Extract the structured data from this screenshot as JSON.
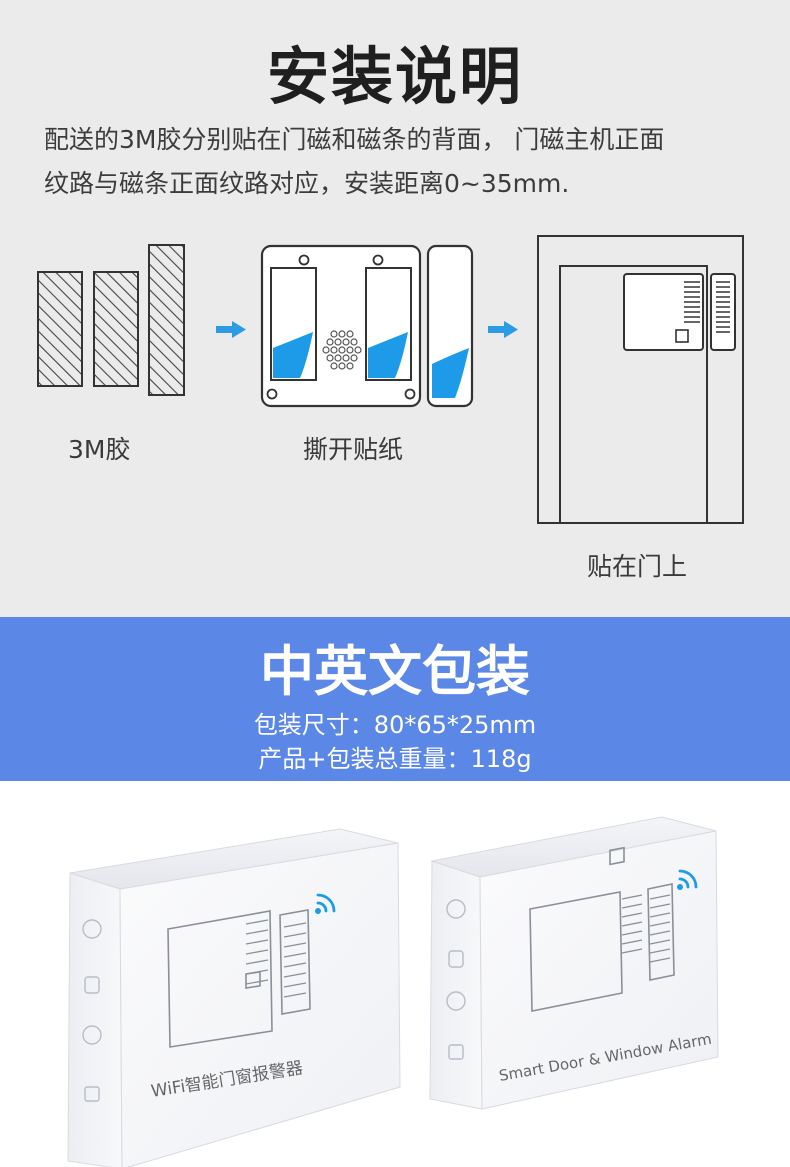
{
  "install": {
    "title": "安装说明",
    "desc_line1": "配送的3M胶分别贴在门磁和磁条的背面， 门磁主机正面",
    "desc_line2": "纹路与磁条正面纹路对应，安装距离0~35mm.",
    "step1_label": "3M胶",
    "step2_label": "撕开贴纸",
    "step3_label": "贴在门上"
  },
  "package": {
    "title": "中英文包装",
    "size_line": "包装尺寸：80*65*25mm",
    "weight_line": "产品+包装总重量：118g"
  },
  "boxes": {
    "box_cn_label": "WiFi智能门窗报警器",
    "box_en_label": "Smart Door & Window Alarm"
  },
  "colors": {
    "banner": "#5b87e6",
    "accent_blue": "#1e9be8",
    "background_gray": "#ebebeb"
  }
}
